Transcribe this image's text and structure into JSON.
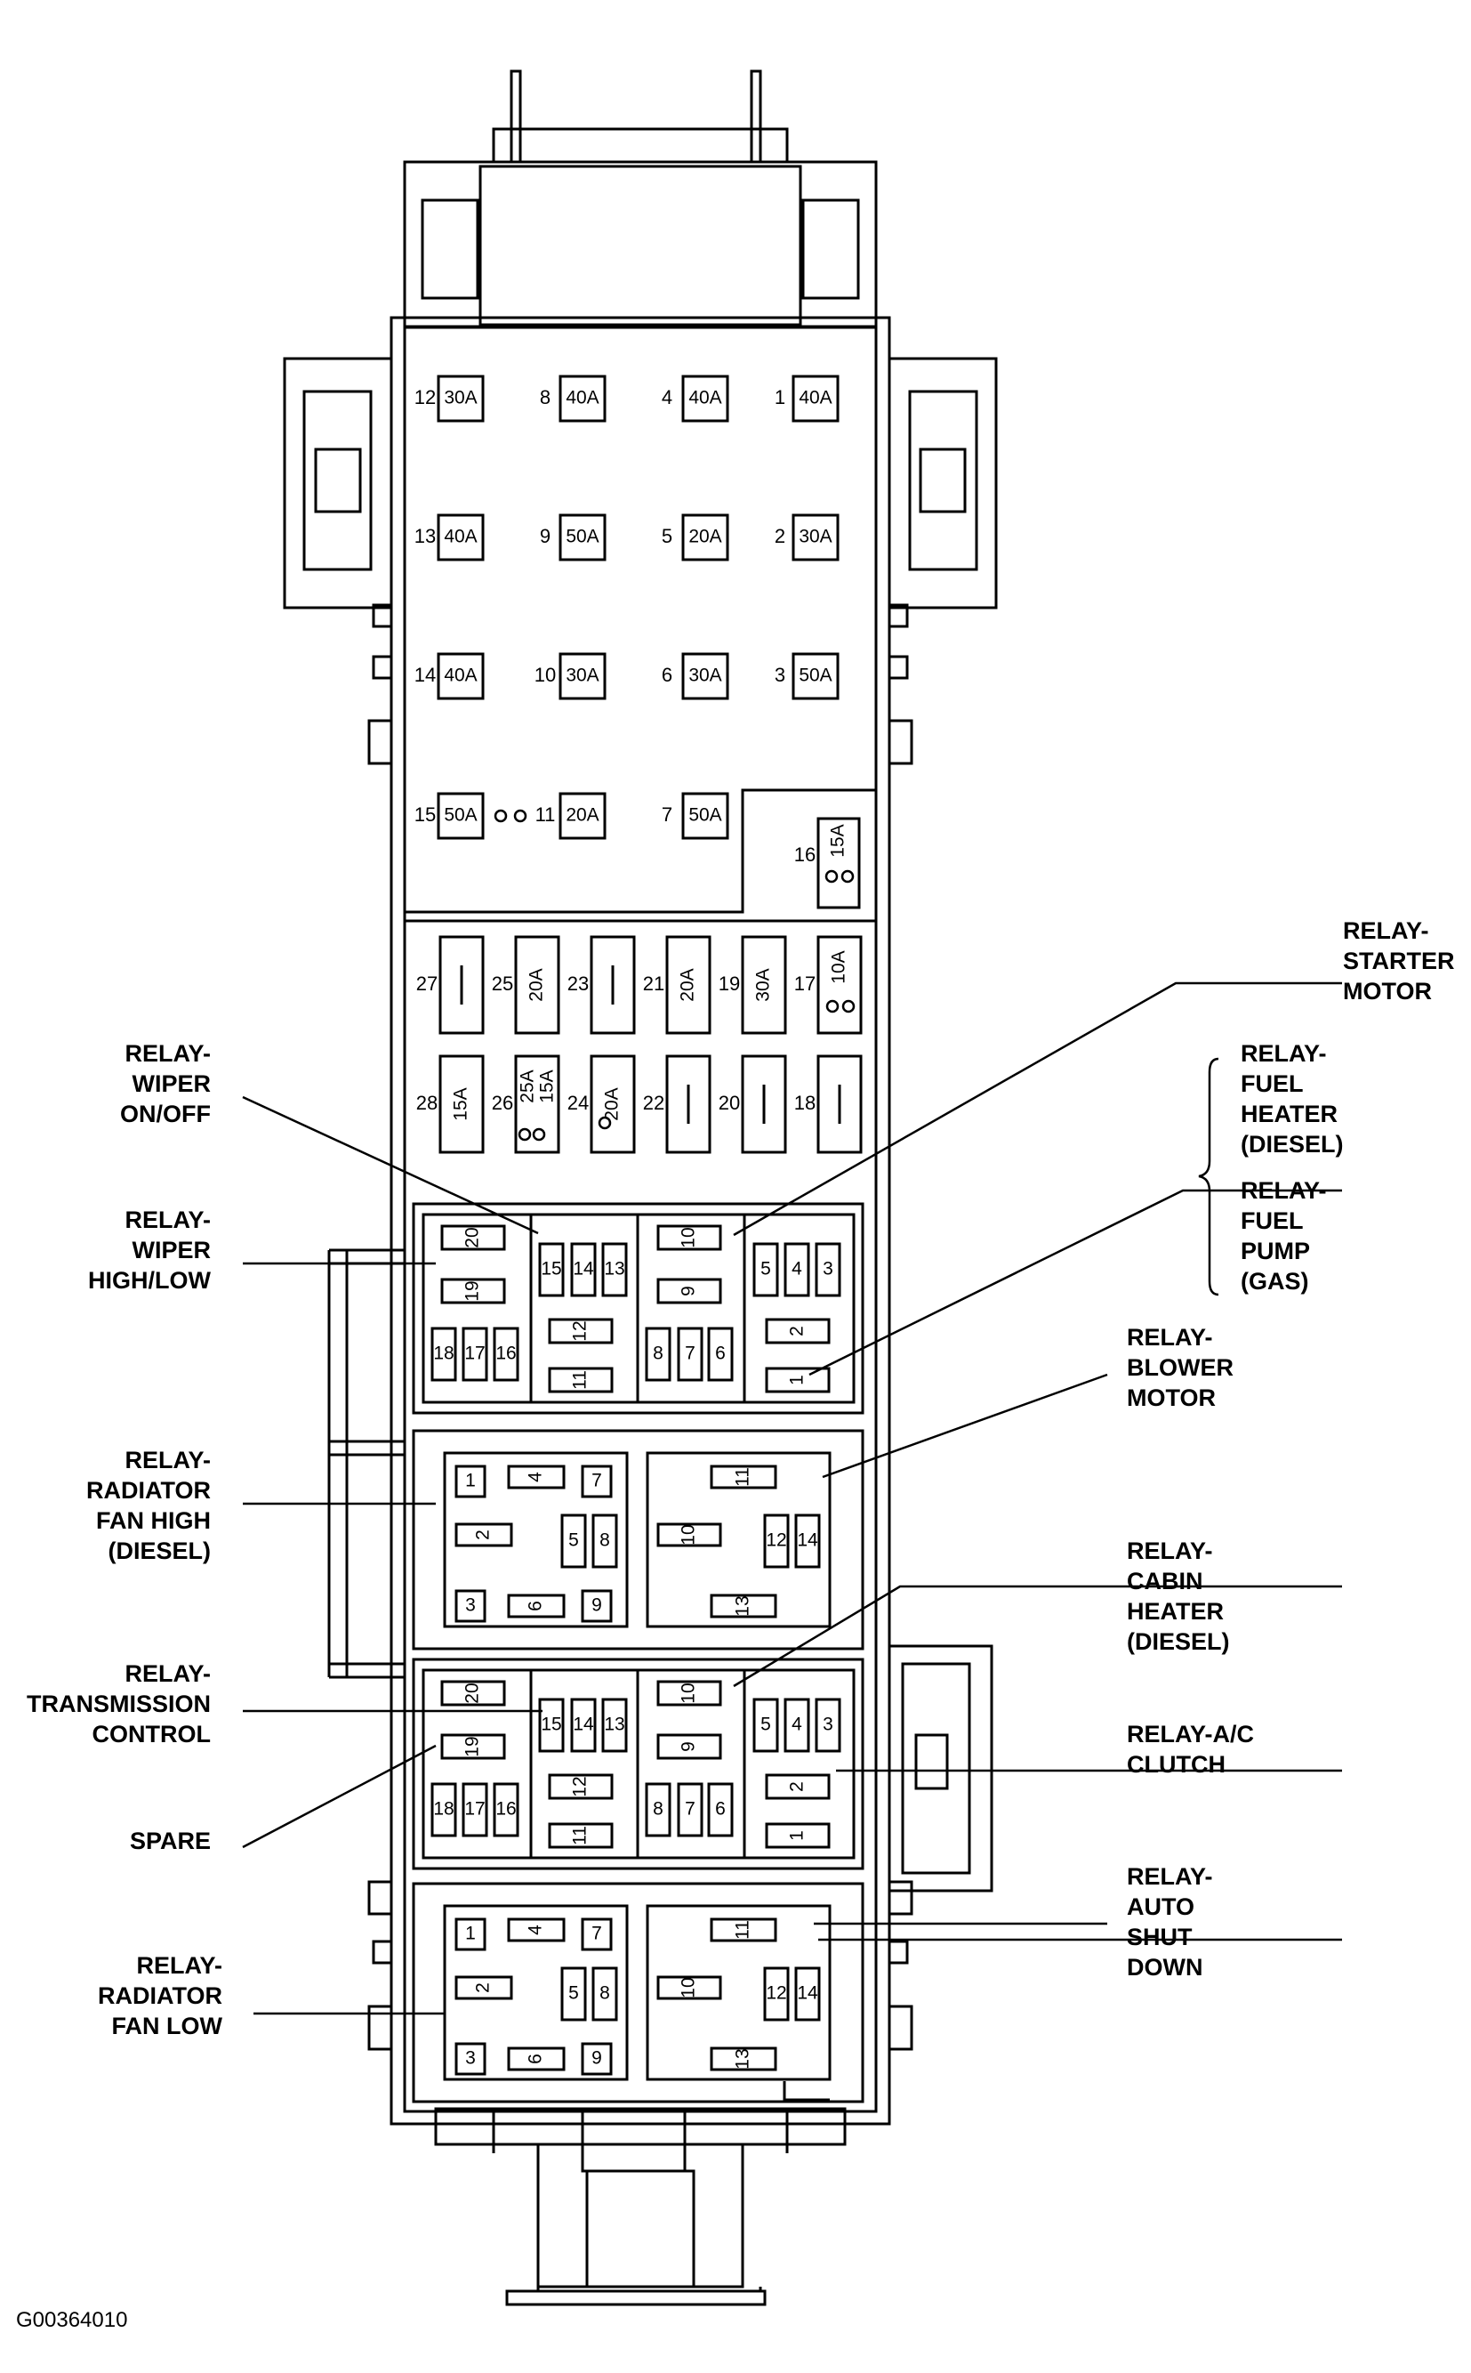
{
  "figure_code": "G00364010",
  "fuse_rows": [
    [
      {
        "n": "12",
        "a": "30A"
      },
      {
        "n": "8",
        "a": "40A"
      },
      {
        "n": "4",
        "a": "40A"
      },
      {
        "n": "1",
        "a": "40A"
      }
    ],
    [
      {
        "n": "13",
        "a": "40A"
      },
      {
        "n": "9",
        "a": "50A"
      },
      {
        "n": "5",
        "a": "20A"
      },
      {
        "n": "2",
        "a": "30A"
      }
    ],
    [
      {
        "n": "14",
        "a": "40A"
      },
      {
        "n": "10",
        "a": "30A"
      },
      {
        "n": "6",
        "a": "30A"
      },
      {
        "n": "3",
        "a": "50A"
      }
    ],
    [
      {
        "n": "15",
        "a": "50A"
      },
      {
        "n": "11",
        "a": "20A"
      },
      {
        "n": "7",
        "a": "50A"
      }
    ]
  ],
  "fuse_16": {
    "n": "16",
    "a": "15A"
  },
  "mini_row_1": [
    {
      "n": "27",
      "a": ""
    },
    {
      "n": "25",
      "a": "20A"
    },
    {
      "n": "23",
      "a": ""
    },
    {
      "n": "21",
      "a": "20A"
    },
    {
      "n": "19",
      "a": "30A"
    },
    {
      "n": "17",
      "a": "10A"
    }
  ],
  "mini_row_2": [
    {
      "n": "28",
      "a": "15A"
    },
    {
      "n": "26",
      "a": "25A",
      "a2": "15A"
    },
    {
      "n": "24",
      "a": "20A"
    },
    {
      "n": "22",
      "a": ""
    },
    {
      "n": "20",
      "a": ""
    },
    {
      "n": "18",
      "a": ""
    }
  ],
  "pin_grids": {
    "type_a": [
      "20",
      "19",
      "18",
      "17",
      "16",
      "15",
      "14",
      "13",
      "12",
      "11",
      "10",
      "9",
      "8",
      "7",
      "6",
      "5",
      "4",
      "3",
      "2",
      "1"
    ],
    "type_b_left": [
      "1",
      "4",
      "7",
      "2",
      "5",
      "8",
      "3",
      "6",
      "9"
    ],
    "type_b_right": [
      "11",
      "10",
      "12",
      "14",
      "13"
    ]
  },
  "labels": [
    {
      "id": "relay-starter-motor",
      "lines": [
        "RELAY-",
        "STARTER",
        "MOTOR"
      ]
    },
    {
      "id": "relay-fuel-heater",
      "lines": [
        "RELAY-",
        "FUEL",
        "HEATER",
        "(DIESEL)"
      ]
    },
    {
      "id": "relay-fuel-pump",
      "lines": [
        "RELAY-",
        "FUEL",
        "PUMP",
        "(GAS)"
      ]
    },
    {
      "id": "relay-wiper-on-off",
      "lines": [
        "RELAY-",
        "WIPER",
        "ON/OFF"
      ]
    },
    {
      "id": "relay-wiper-high-low",
      "lines": [
        "RELAY-",
        "WIPER",
        "HIGH/LOW"
      ]
    },
    {
      "id": "relay-blower-motor",
      "lines": [
        "RELAY-",
        "BLOWER",
        "MOTOR"
      ]
    },
    {
      "id": "relay-radiator-fan-high",
      "lines": [
        "RELAY-",
        "RADIATOR",
        "FAN HIGH",
        "(DIESEL)"
      ]
    },
    {
      "id": "relay-cabin-heater",
      "lines": [
        "RELAY-",
        "CABIN",
        "HEATER",
        "(DIESEL)"
      ]
    },
    {
      "id": "relay-transmission-control",
      "lines": [
        "RELAY-",
        "TRANSMISSION",
        "CONTROL"
      ]
    },
    {
      "id": "relay-ac-clutch",
      "lines": [
        "RELAY-A/C",
        "CLUTCH"
      ]
    },
    {
      "id": "spare",
      "lines": [
        "SPARE"
      ]
    },
    {
      "id": "relay-auto-shut-down",
      "lines": [
        "RELAY-",
        "AUTO",
        "SHUT",
        "DOWN"
      ]
    },
    {
      "id": "relay-radiator-fan-low",
      "lines": [
        "RELAY-",
        "RADIATOR",
        "FAN LOW"
      ]
    }
  ]
}
